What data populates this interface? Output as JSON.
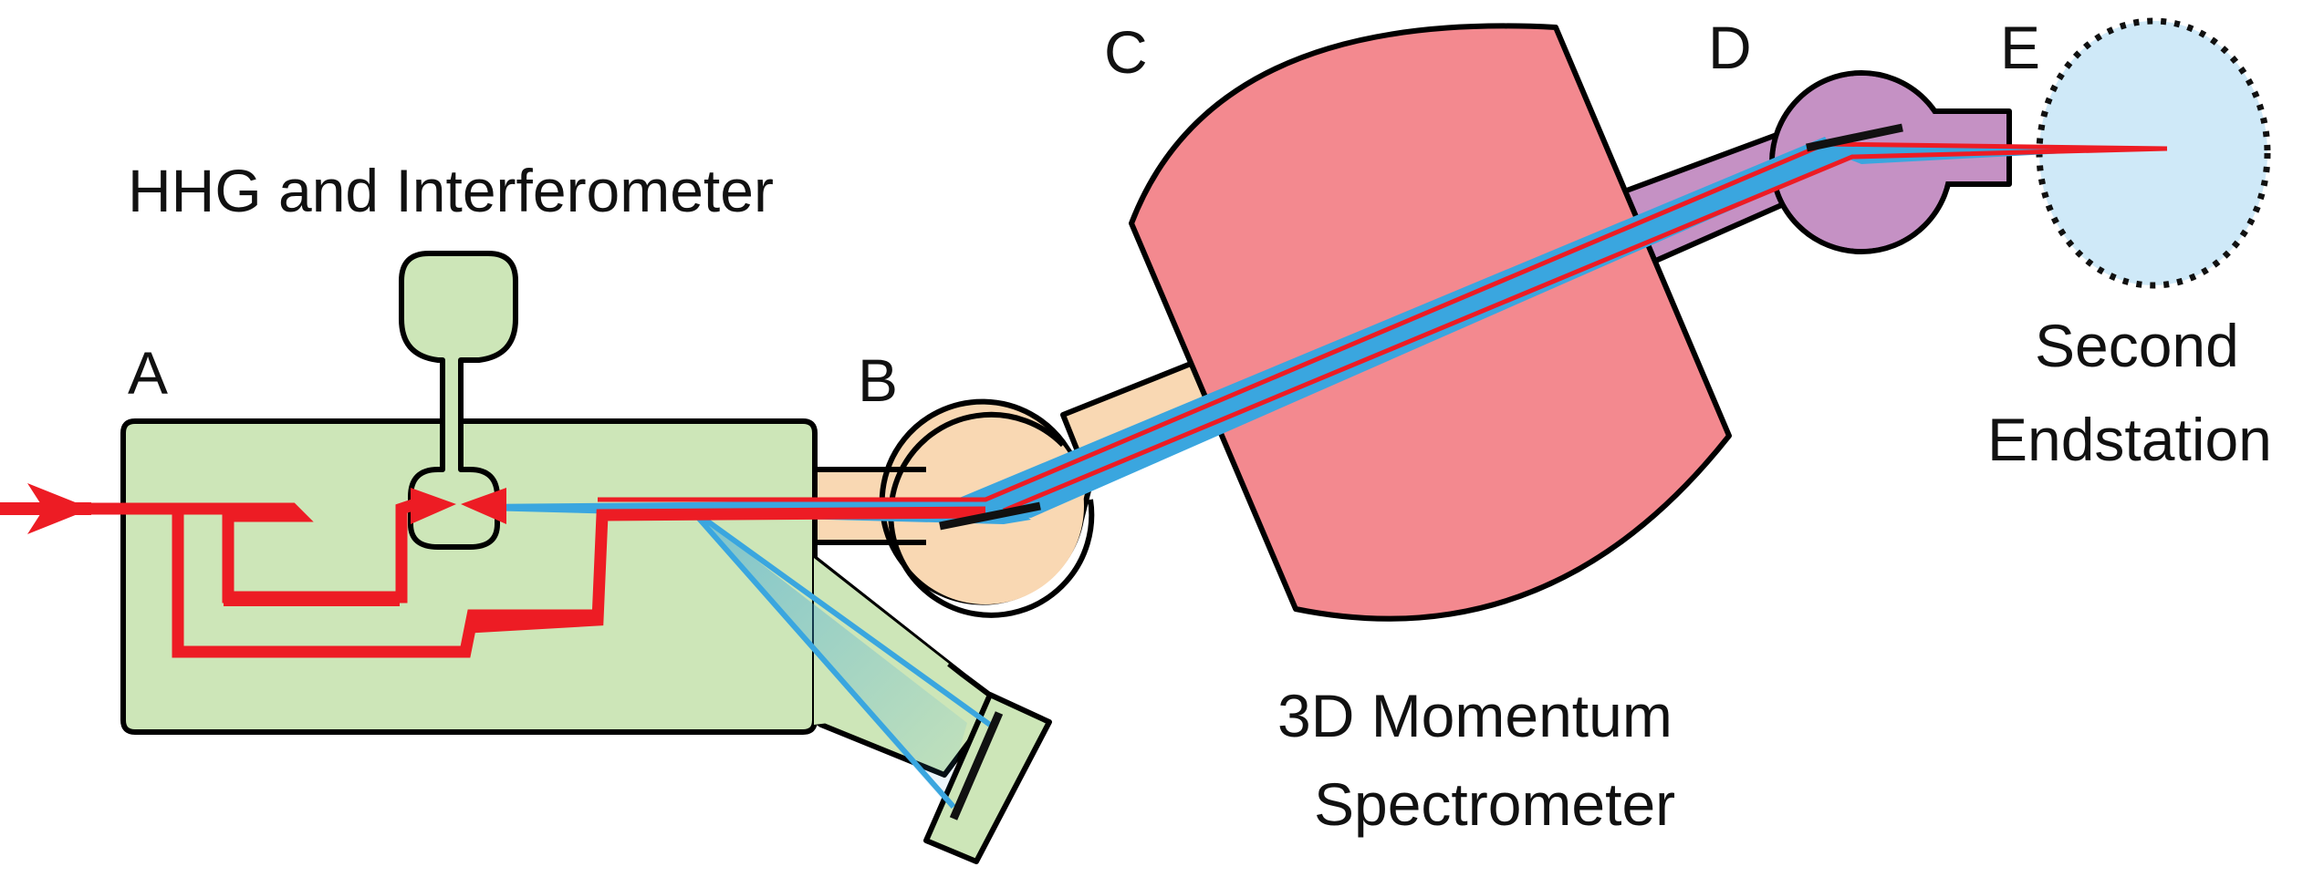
{
  "labels": {
    "section_a": "A",
    "section_b": "B",
    "section_c": "C",
    "section_d": "D",
    "section_e": "E",
    "hhg_title": "HHG and Interferometer",
    "spectrometer_line1": "3D Momentum",
    "spectrometer_line2": "Spectrometer",
    "endstation_line1": "Second",
    "endstation_line2": "Endstation"
  },
  "colors": {
    "hhg_chamber": "#cde6b8",
    "chamber_b": "#f9d8b3",
    "spectrometer": "#f3898f",
    "chamber_d": "#c591c4",
    "endstation": "#cfe9f8",
    "ir_beam": "#ed1c24",
    "xuv_beam": "#3aa6df",
    "mirror": "#111111"
  }
}
